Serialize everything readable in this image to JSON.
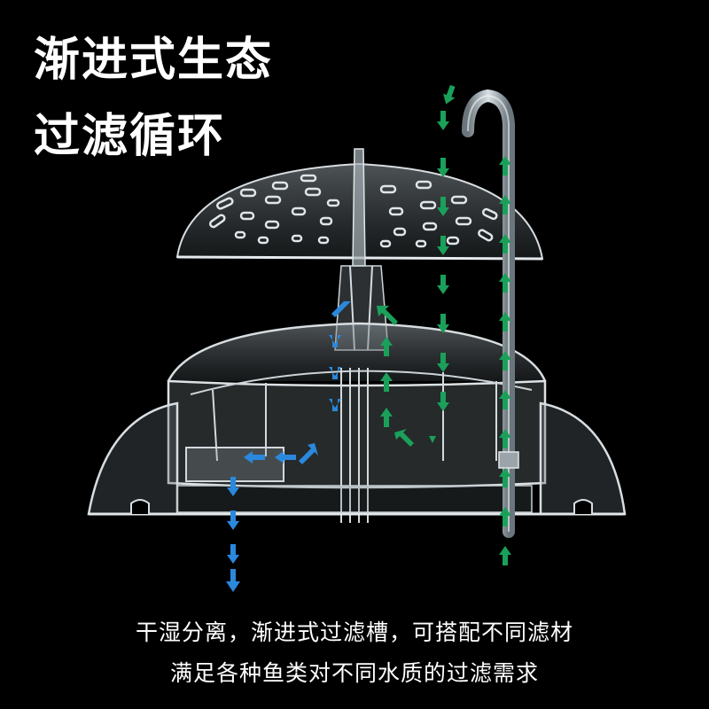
{
  "headline": {
    "line1": "渐进式生态",
    "line2": "过滤循环"
  },
  "caption": {
    "line1": "干湿分离，渐进式过滤槽，可搭配不同滤材",
    "line2": "满足各种鱼类对不同水质的过滤需求"
  },
  "colors": {
    "background": "#000000",
    "text": "#ffffff",
    "green_arrow": "#1aa05a",
    "blue_arrow": "#2a88dd",
    "acrylic": "#b9c3c8"
  },
  "icons": [
    "green-flow-arrow",
    "blue-flow-arrow"
  ]
}
